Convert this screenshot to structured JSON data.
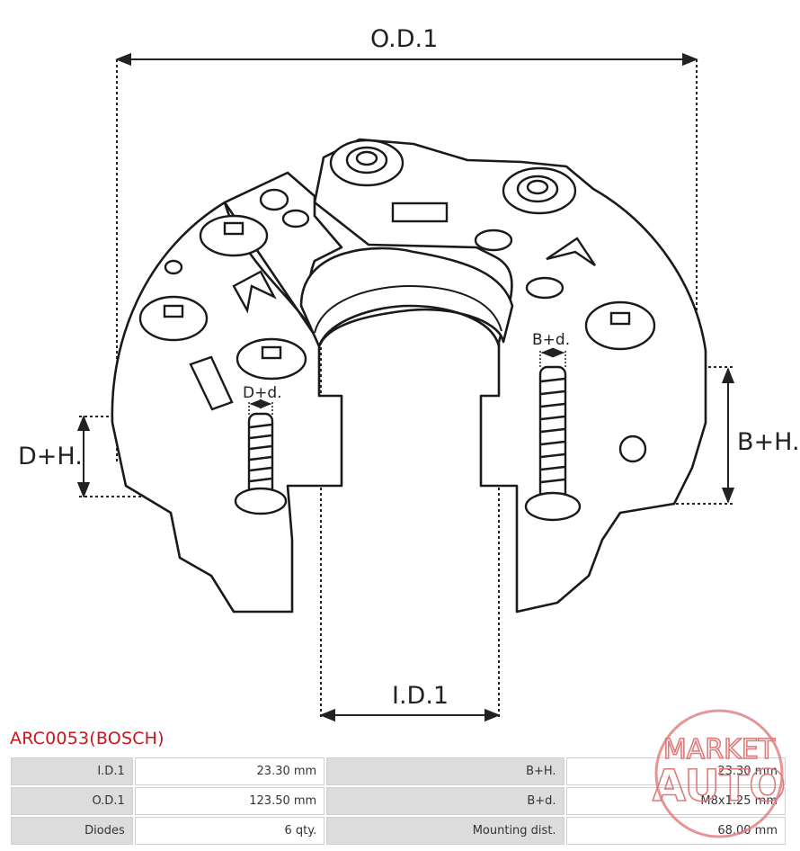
{
  "drawing": {
    "od1_label": "O.D.1",
    "id1_label": "I.D.1",
    "dh_label": "D+H.",
    "bh_label": "B+H.",
    "dd_label": "D+d.",
    "bd_label": "B+d."
  },
  "part": {
    "title": "ARC0053(BOSCH)"
  },
  "specs": {
    "rows": [
      {
        "label1": "I.D.1",
        "value1": "23.30 mm",
        "label2": "B+H.",
        "value2": "23.30 mm"
      },
      {
        "label1": "O.D.1",
        "value1": "123.50 mm",
        "label2": "B+d.",
        "value2": "M8x1.25 mm"
      },
      {
        "label1": "Diodes",
        "value1": "6 qty.",
        "label2": "Mounting dist.",
        "value2": "68.00 mm"
      }
    ]
  },
  "watermark": {
    "line1": "MARKET",
    "line2": "AUTO",
    "color": "#e07a7a"
  }
}
